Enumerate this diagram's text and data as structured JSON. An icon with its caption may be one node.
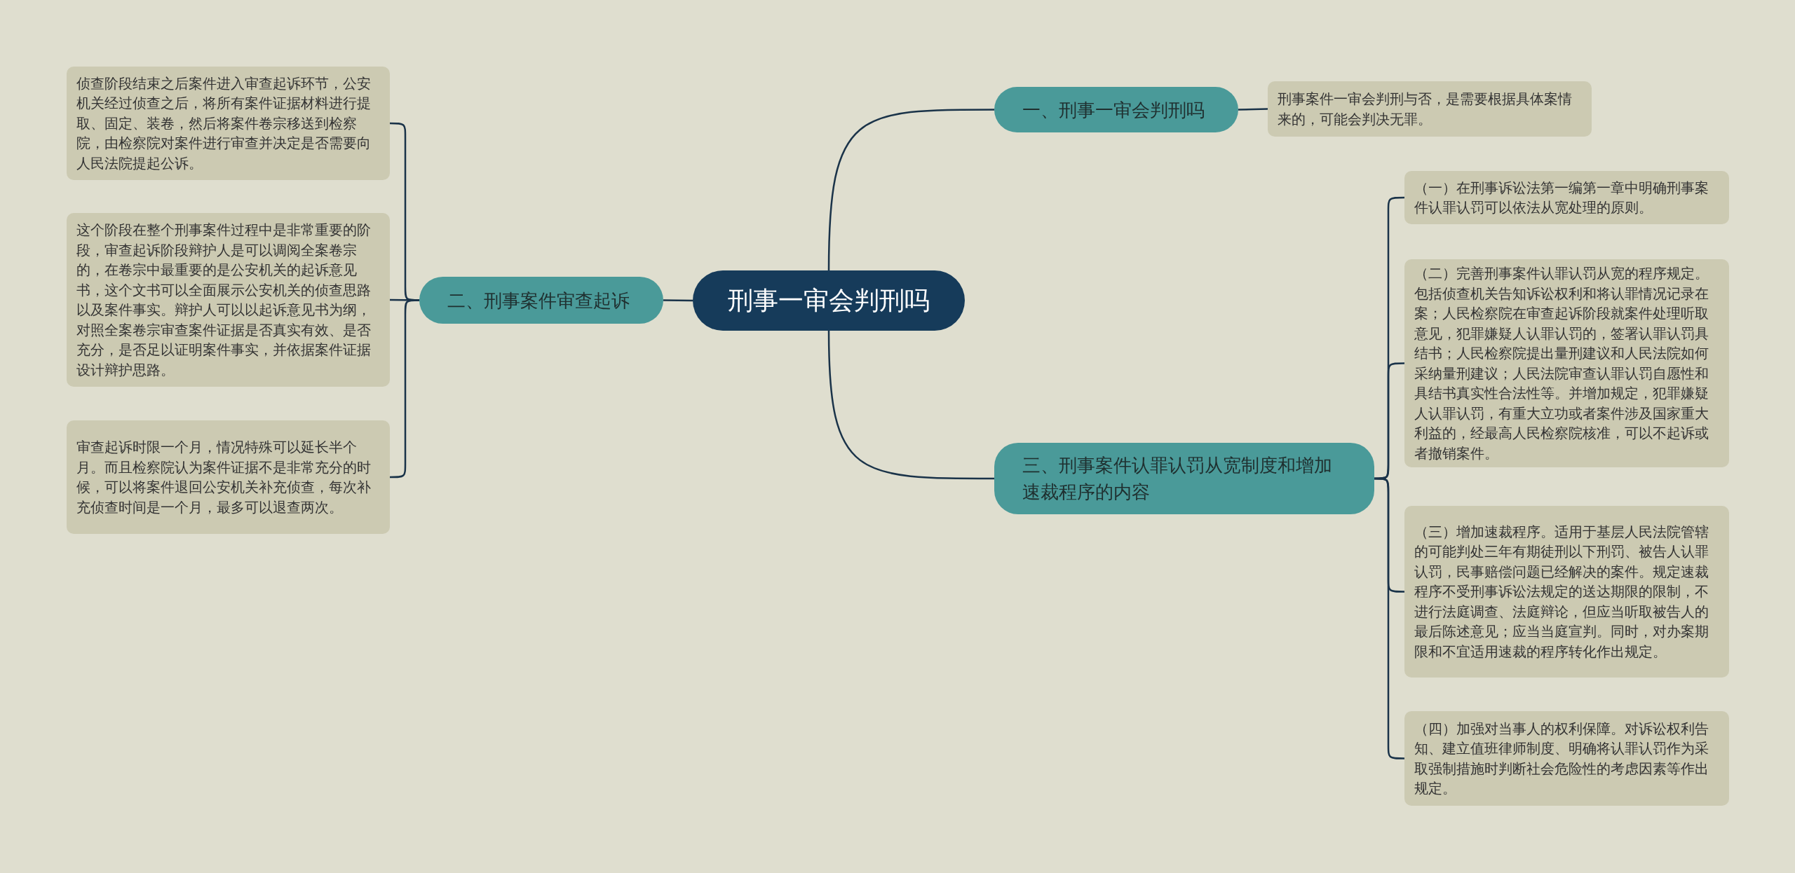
{
  "diagram": {
    "nodes": [
      {
        "text": [
          "刑事一审会判刑吗"
        ]
      },
      {
        "text": [
          "一、刑事一审会判刑吗"
        ]
      },
      {
        "text": [
          "刑事案件一审会判刑与否，是需要根据具体案情来的，可能会判决无罪。"
        ]
      },
      {
        "text": [
          "二、刑事案件审查起诉"
        ]
      },
      {
        "text": [
          "侦查阶段结束之后案件进入审查起诉环节，公安机关经过侦查之后，将所有案件证据材料进行提取、固定、装卷，然后将案件卷宗移送到检察院，由检察院对案件进行审查并决定是否需要向人民法院提起公诉。"
        ]
      },
      {
        "text": [
          "这个阶段在整个刑事案件过程中是非常重要的阶段，审查起诉阶段辩护人是可以调阅全案卷宗的，在卷宗中最重要的是公安机关的起诉意见书，这个文书可以全面展示公安机关的侦查思路以及案件事实。辩护人可以以起诉意见书为纲，对照全案卷宗审查案件证据是否真实有效、是否充分，是否足以证明案件事实，并依据案件证据设计辩护思路。"
        ]
      },
      {
        "text": [
          "审查起诉时限一个月，情况特殊可以延长半个月。而且检察院认为案件证据不是非常充分的时候，可以将案件退回公安机关补充侦查，每次补充侦查时间是一个月，最多可以退查两次。"
        ]
      },
      {
        "text": [
          "三、刑事案件认罪认罚从宽制度和增加速裁程序的内容"
        ]
      },
      {
        "text": [
          "（一）在刑事诉讼法第一编第一章中明确刑事案件认罪认罚可以依法从宽处理的原则。"
        ]
      },
      {
        "text": [
          "（二）完善刑事案件认罪认罚从宽的程序规定。包括侦查机关告知诉讼权利和将认罪情况记录在案；人民检察院在审查起诉阶段就案件处理听取意见，犯罪嫌疑人认罪认罚的，签署认罪认罚具结书；人民检察院提出量刑建议和人民法院如何采纳量刑建议；人民法院审查认罪认罚自愿性和具结书真实性合法性等。并增加规定，犯罪嫌疑人认罪认罚，有重大立功或者案件涉及国家重大利益的，经最高人民检察院核准，可以不起诉或者撤销案件。"
        ]
      },
      {
        "text": [
          "（三）增加速裁程序。适用于基层人民法院管辖的可能判处三年有期徒刑以下刑罚、被告人认罪认罚，民事赔偿问题已经解决的案件。规定速裁程序不受刑事诉讼法规定的送达期限的限制，不进行法庭调查、法庭辩论，但应当听取被告人的最后陈述意见；应当当庭宣判。同时，对办案期限和不宜适用速裁的程序转化作出规定。"
        ]
      },
      {
        "text": [
          "（四）加强对当事人的权利保障。对诉讼权利告知、建立值班律师制度、明确将认罪认罚作为采取强制措施时判断社会危险性的考虑因素等作出规定。"
        ]
      }
    ],
    "edges": [
      {
        "from": 0,
        "to": 1,
        "arrow": "none"
      },
      {
        "from": 1,
        "to": 2,
        "arrow": "none"
      },
      {
        "from": 0,
        "to": 3,
        "arrow": "none"
      },
      {
        "from": 3,
        "to": 4,
        "arrow": "none"
      },
      {
        "from": 3,
        "to": 5,
        "arrow": "none"
      },
      {
        "from": 3,
        "to": 6,
        "arrow": "none"
      },
      {
        "from": 0,
        "to": 7,
        "arrow": "none"
      },
      {
        "from": 7,
        "to": 8,
        "arrow": "none"
      },
      {
        "from": 7,
        "to": 9,
        "arrow": "none"
      },
      {
        "from": 7,
        "to": 10,
        "arrow": "none"
      },
      {
        "from": 7,
        "to": 11,
        "arrow": "none"
      }
    ]
  }
}
